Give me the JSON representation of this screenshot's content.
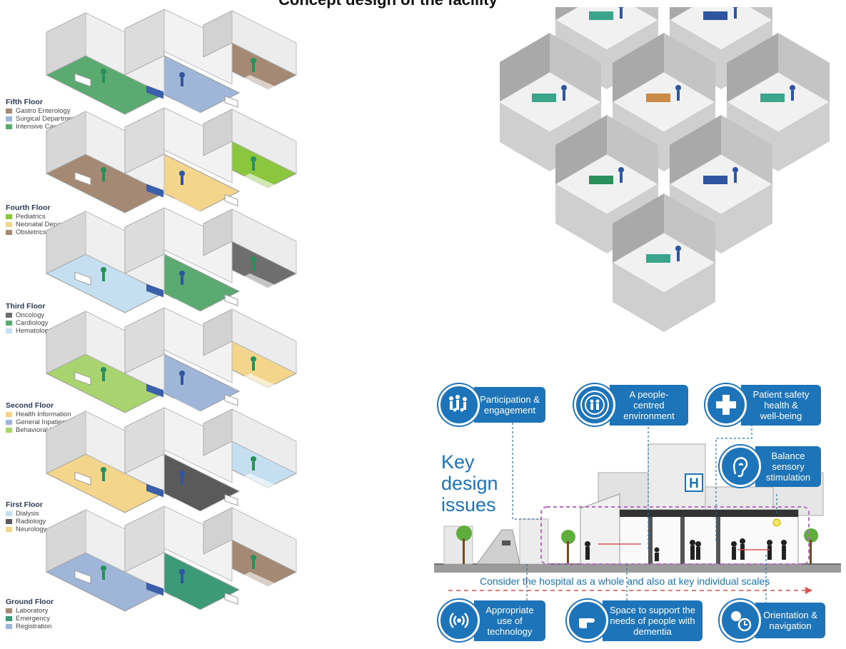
{
  "page": {
    "title": "Concept design of the facility"
  },
  "floors": [
    {
      "name": "Fifth Floor",
      "departments": [
        {
          "label": "Gastro Enterology",
          "color": "#a48a74"
        },
        {
          "label": "Surgical Department",
          "color": "#9fb6d8"
        },
        {
          "label": "Intensive Care Unit",
          "color": "#5aaa72"
        }
      ]
    },
    {
      "name": "Fourth Floor",
      "departments": [
        {
          "label": "Pediatrics",
          "color": "#8cc63e"
        },
        {
          "label": "Neonatal Department",
          "color": "#f3d58c"
        },
        {
          "label": "Obstetrics Department",
          "color": "#a48a74"
        }
      ]
    },
    {
      "name": "Third Floor",
      "departments": [
        {
          "label": "Oncology",
          "color": "#6e6e6e"
        },
        {
          "label": "Cardiology",
          "color": "#5aaa72"
        },
        {
          "label": "Hematology",
          "color": "#c5dff0"
        }
      ]
    },
    {
      "name": "Second Floor",
      "departments": [
        {
          "label": "Health Information",
          "color": "#f3d58c"
        },
        {
          "label": "General Inpatient Care",
          "color": "#9fb6d8"
        },
        {
          "label": "Behavioral Health",
          "color": "#a8d36e"
        }
      ]
    },
    {
      "name": "First Floor",
      "departments": [
        {
          "label": "Dialysis",
          "color": "#c5dff0"
        },
        {
          "label": "Radiology",
          "color": "#5a5a5a"
        },
        {
          "label": "Neurology",
          "color": "#f3d58c"
        }
      ]
    },
    {
      "name": "Ground Floor",
      "departments": [
        {
          "label": "Laboratory",
          "color": "#a48a74"
        },
        {
          "label": "Emergency",
          "color": "#3d9a78"
        },
        {
          "label": "Registration",
          "color": "#9fb6d8"
        }
      ]
    }
  ],
  "key_design": {
    "title_line1": "Key",
    "title_line2": "design",
    "title_line3": "issues",
    "scale_text": "Consider the hospital as a whole and also at key individual scales",
    "issues": [
      {
        "label": "Participation &\nengagement",
        "icon": "people-group-icon"
      },
      {
        "label": "A people-\ncentred\nenvironment",
        "icon": "people-target-icon"
      },
      {
        "label": "Patient safety\nhealth &\nwell-being",
        "icon": "medical-cross-icon"
      },
      {
        "label": "Balance\nsensory\nstimulation",
        "icon": "ear-icon"
      },
      {
        "label": "Appropriate\nuse of\ntechnology",
        "icon": "signal-icon"
      },
      {
        "label": "Space to support the\nneeds of people with\ndementia",
        "icon": "hand-icon"
      },
      {
        "label": "Orientation &\nnavigation",
        "icon": "clock-gear-icon"
      }
    ],
    "building_sign": "H",
    "colors": {
      "accent": "#1e74b9",
      "dashed_purple": "#b36fc4",
      "dashed_red": "#d9534f"
    }
  }
}
